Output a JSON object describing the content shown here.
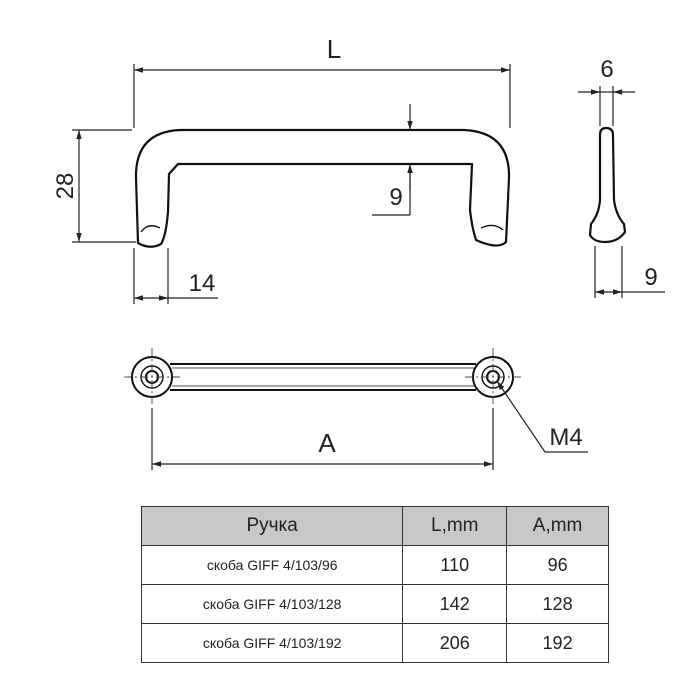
{
  "drawing": {
    "dimensions": {
      "length": "L",
      "height": "28",
      "grip_gap": "9",
      "leg_width": "14",
      "thickness": "6",
      "base_width": "9",
      "center_distance": "A",
      "thread": "M4"
    }
  },
  "table": {
    "headers": [
      "Ручка",
      "L,mm",
      "A,mm"
    ],
    "rows": [
      {
        "name": "скоба GIFF 4/103/96",
        "l": "110",
        "a": "96"
      },
      {
        "name": "скоба GIFF 4/103/128",
        "l": "142",
        "a": "128"
      },
      {
        "name": "скоба GIFF 4/103/192",
        "l": "206",
        "a": "192"
      }
    ]
  }
}
